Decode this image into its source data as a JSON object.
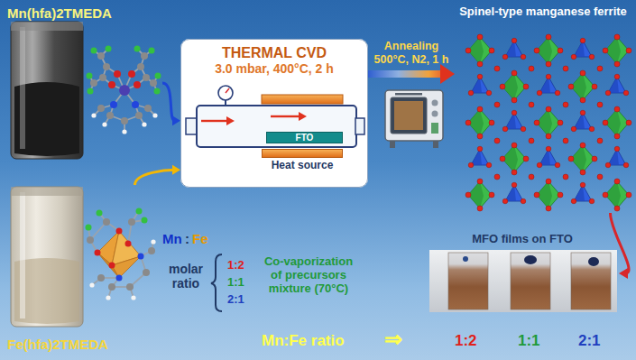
{
  "diagram": {
    "nodes": [
      {
        "text": [
          "Mn(hfa)2TMEDA"
        ]
      },
      {
        "text": [
          "Fe(hfa)2TMEDA"
        ]
      },
      {
        "text": [
          "THERMAL CVD",
          "3.0 mbar, 400°C, 2 h"
        ]
      },
      {
        "text": [
          "FTO"
        ],
        "in": 2
      },
      {
        "text": [
          "Heat source"
        ],
        "in": 2
      },
      {
        "text": [
          "Spinel-type manganese ferrite"
        ]
      },
      {
        "text": [
          "MFO films on FTO"
        ]
      }
    ],
    "edges": [
      {
        "from": 0,
        "to": 2,
        "arrow": "to"
      },
      {
        "from": 1,
        "to": 2,
        "arrow": "to"
      },
      {
        "from": 2,
        "to": 5,
        "label": "Annealing 500°C, N2, 1 h",
        "arrow": "to"
      },
      {
        "from": 5,
        "to": 6,
        "arrow": "to"
      }
    ],
    "labels": [
      "Mn",
      ":",
      "Fe",
      "molar ratio",
      "1:2",
      "1:1",
      "2:1",
      "Co-vaporization of precursors mixture (70°C)",
      "Mn:Fe ratio",
      "⇒",
      "1:2",
      "1:1",
      "2:1"
    ]
  }
}
